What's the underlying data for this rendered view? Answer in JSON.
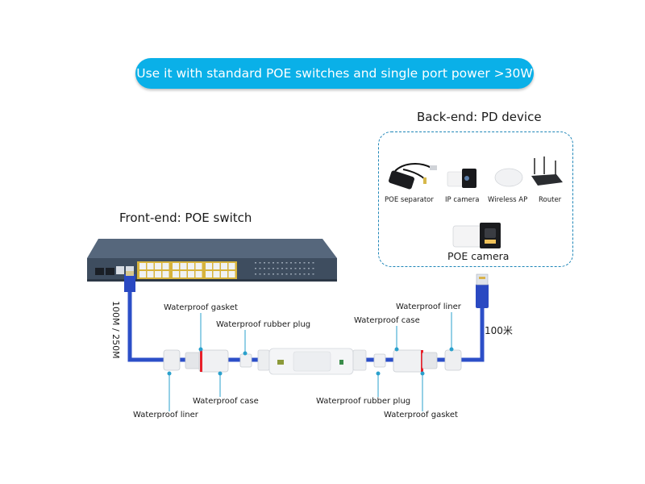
{
  "banner": {
    "text": "Use it with standard POE switches and single port power >30W",
    "color": "#0ab0e8"
  },
  "front_end": {
    "title": "Front-end: POE switch"
  },
  "back_end": {
    "title": "Back-end: PD device",
    "devices": [
      {
        "label": "POE separator",
        "icon": "poe-splitter-icon"
      },
      {
        "label": "IP camera",
        "icon": "ip-camera-icon"
      },
      {
        "label": "Wireless AP",
        "icon": "wireless-ap-icon"
      },
      {
        "label": "Router",
        "icon": "router-icon"
      }
    ],
    "featured": {
      "label": "POE camera",
      "icon": "bullet-camera-icon"
    }
  },
  "cable": {
    "left_length": "100M / 250M",
    "right_length": "100米",
    "color": "#2c4fc8"
  },
  "callouts": {
    "left": {
      "gasket": "Waterproof gasket",
      "rubber_plug": "Waterproof rubber plug",
      "case": "Waterproof case",
      "liner": "Waterproof liner"
    },
    "right": {
      "liner": "Waterproof liner",
      "case": "Waterproof case",
      "rubber_plug": "Waterproof rubber plug",
      "gasket": "Waterproof gasket"
    }
  },
  "colors": {
    "callout_line": "#2aa0cc",
    "gasket_red": "#e8202a"
  }
}
